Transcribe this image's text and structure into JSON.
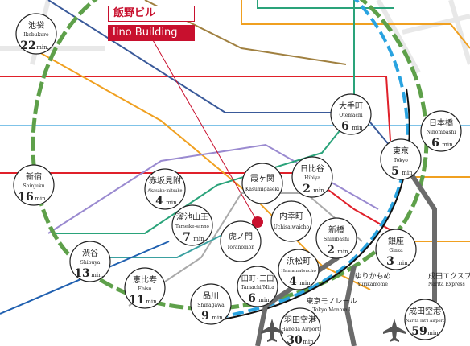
{
  "brand": {
    "ja": "飯野ビル",
    "en": "Iino Building"
  },
  "colors": {
    "accent": "#c8102e",
    "yamanote": "#5ea04a",
    "keihin": "#29a3e0",
    "monorail": "#6b6b6b"
  },
  "stations": [
    {
      "id": "ikebukuro",
      "ja": "池袋",
      "en": "Ikebukuro",
      "min": "22",
      "unit": "min."
    },
    {
      "id": "shinjuku",
      "ja": "新宿",
      "en": "Shinjuku",
      "min": "16",
      "unit": "min."
    },
    {
      "id": "shibuya",
      "ja": "渋谷",
      "en": "Shibuya",
      "min": "13",
      "unit": "min."
    },
    {
      "id": "ebisu",
      "ja": "恵比寿",
      "en": "Ebisu",
      "min": "11",
      "unit": "min."
    },
    {
      "id": "shinagawa",
      "ja": "品川",
      "en": "Shinagawa",
      "min": "9",
      "unit": "min."
    },
    {
      "id": "tamachi",
      "ja": "田町･三田",
      "en": "Tamachi/Mita",
      "min": "6",
      "unit": "min."
    },
    {
      "id": "hamamatsucho",
      "ja": "浜松町",
      "en": "Hamamatsucho",
      "min": "4",
      "unit": "min."
    },
    {
      "id": "shimbashi",
      "ja": "新橋",
      "en": "Shimbashi",
      "min": "2",
      "unit": "min."
    },
    {
      "id": "ginza",
      "ja": "銀座",
      "en": "Ginza",
      "min": "3",
      "unit": "min."
    },
    {
      "id": "tokyo",
      "ja": "東京",
      "en": "Tokyo",
      "min": "5",
      "unit": "min."
    },
    {
      "id": "nihombashi",
      "ja": "日本橋",
      "en": "Nihombashi",
      "min": "6",
      "unit": "min."
    },
    {
      "id": "otemachi",
      "ja": "大手町",
      "en": "Otemachi",
      "min": "6",
      "unit": "min."
    },
    {
      "id": "hibiya",
      "ja": "日比谷",
      "en": "Hibiya",
      "min": "2",
      "unit": "min."
    },
    {
      "id": "kasumigaseki",
      "ja": "霞ヶ関",
      "en": "Kasumigaseki",
      "min": "",
      "unit": ""
    },
    {
      "id": "uchisaiwaicho",
      "ja": "内幸町",
      "en": "Uchisaiwaicho",
      "min": "",
      "unit": ""
    },
    {
      "id": "akasakamitsuke",
      "ja": "赤坂見附",
      "en": "Akasaka-mitsuke",
      "min": "4",
      "unit": "min."
    },
    {
      "id": "tameikesanno",
      "ja": "溜池山王",
      "en": "Tameike-sanno",
      "min": "7",
      "unit": "min."
    },
    {
      "id": "toranomon",
      "ja": "虎ノ門",
      "en": "Toranomon",
      "min": "",
      "unit": ""
    },
    {
      "id": "haneda",
      "ja": "羽田空港",
      "en": "Haneda Airport",
      "min": "30",
      "unit": "min."
    },
    {
      "id": "narita",
      "ja": "成田空港",
      "en": "Narita Int'l Airport",
      "min": "59",
      "unit": "min."
    }
  ],
  "line_labels": [
    {
      "id": "yurikamome",
      "ja": "ゆりかもめ",
      "en": "Yurikamome"
    },
    {
      "id": "monorail",
      "ja": "東京モノレール",
      "en": "Tokyo Monorail"
    },
    {
      "id": "narita-express",
      "ja": "成田エクスプ",
      "en": "Narita Express"
    }
  ]
}
